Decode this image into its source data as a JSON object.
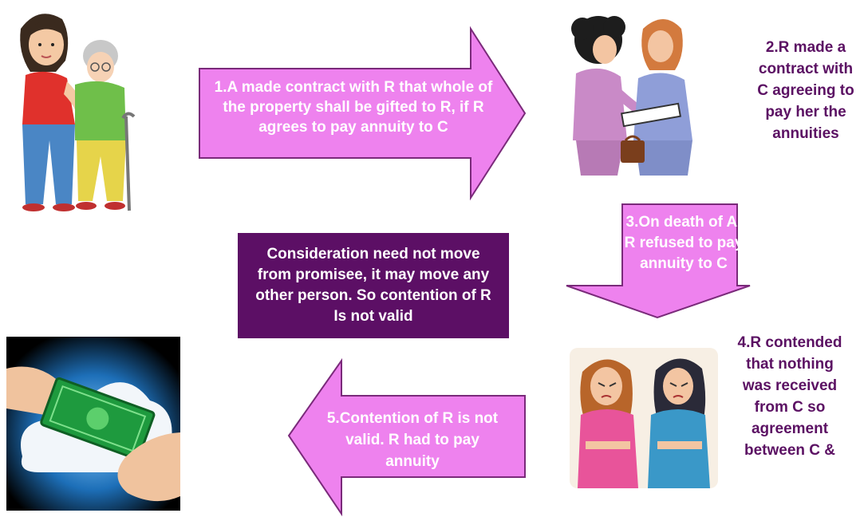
{
  "colors": {
    "arrow_fill": "#ee82ee",
    "arrow_stroke": "#7a2a7a",
    "side_text": "#5b1163",
    "conclusion_bg": "#5c0f65"
  },
  "steps": {
    "step1": "1.A made contract with R that whole of the property shall be gifted to R, if R agrees to pay annuity to C",
    "step2": "2.R made a contract with C agreeing to pay her the annuities",
    "step3": "3.On death of A, R refused to pay annuity to C",
    "step4": "4.R contended that nothing was received from C so agreement between C &",
    "step5": "5.Contention of R is not valid. R had to pay annuity"
  },
  "conclusion": "Consideration need not move from promisee, it may move any other person. So contention of R Is not valid",
  "images": [
    {
      "name": "girl-helping-old-woman-illustration"
    },
    {
      "name": "two-women-making-contract-illustration"
    },
    {
      "name": "two-angry-women-illustration"
    },
    {
      "name": "money-handover-illustration"
    }
  ]
}
